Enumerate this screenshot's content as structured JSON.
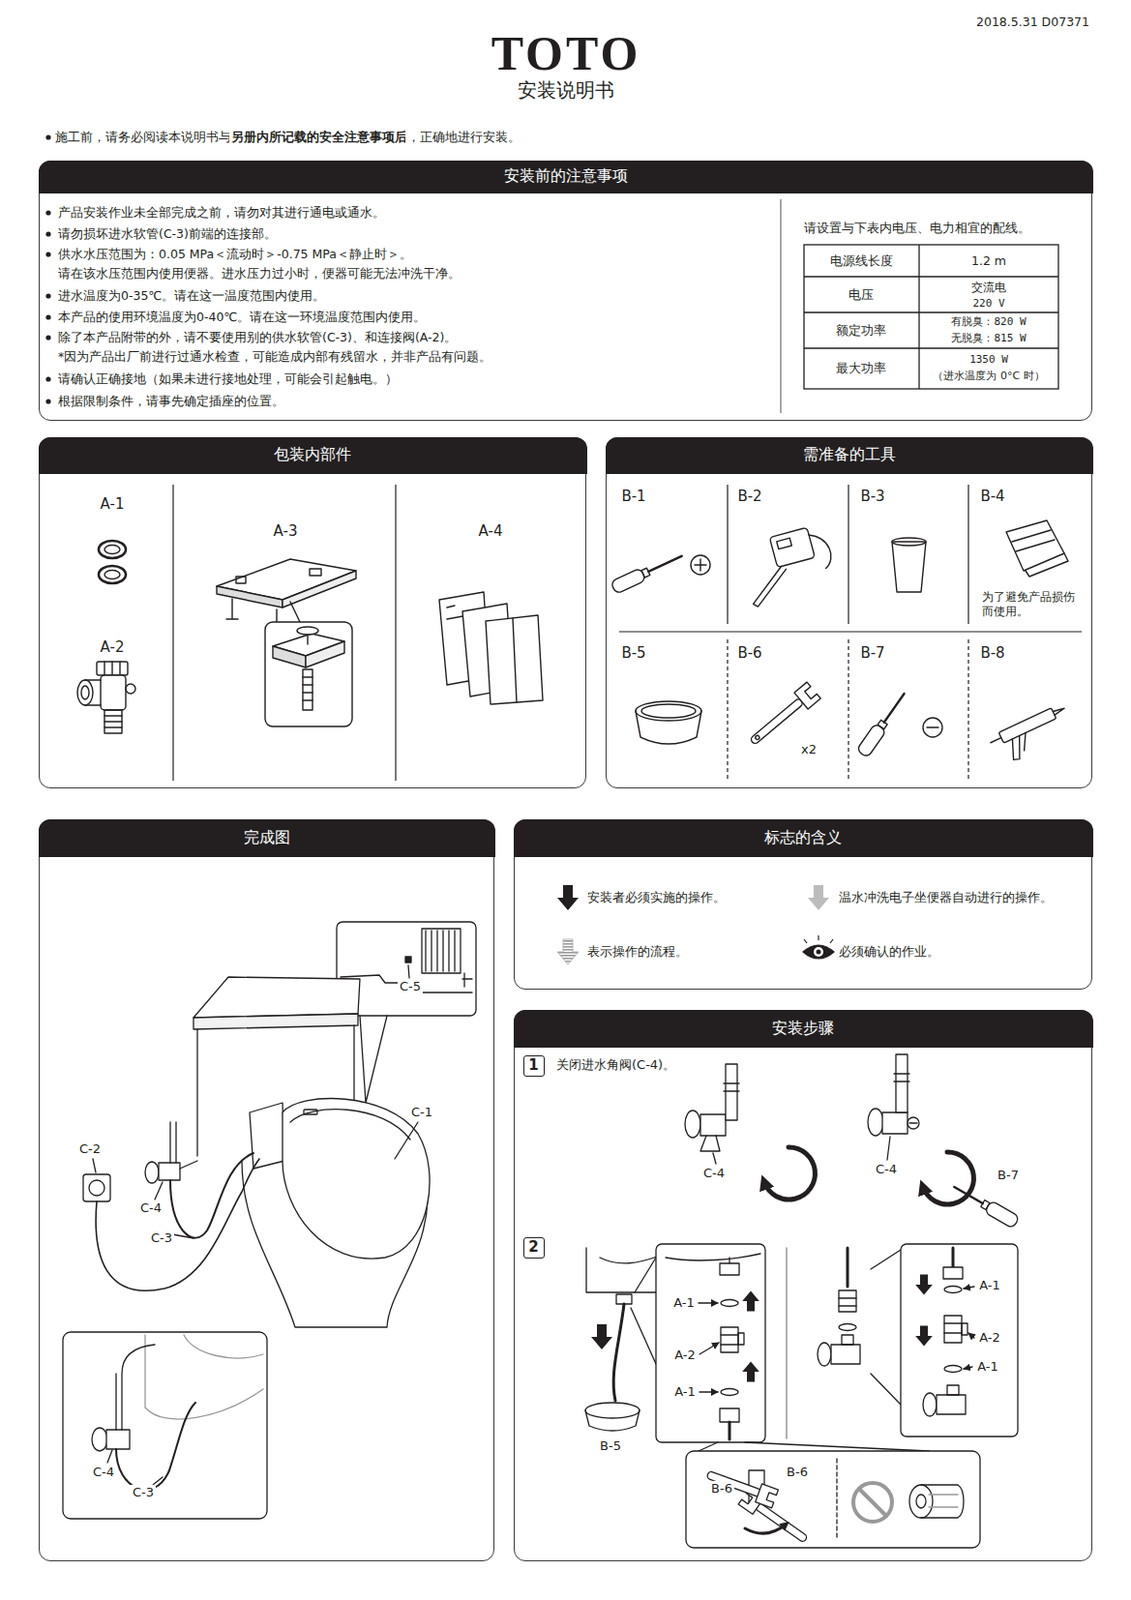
{
  "diagram": {
    "title": "安装说明书",
    "nodes": [
      {
        "text": [
          "安装前的注意事项"
        ]
      },
      {
        "text": [
          "包装内部件"
        ]
      },
      {
        "text": [
          "需准备的工具"
        ]
      },
      {
        "text": [
          "完成图"
        ]
      },
      {
        "text": [
          "标志的含义"
        ]
      },
      {
        "text": [
          "安装步骤"
        ]
      },
      {
        "text": [
          "1"
        ],
        "in": 5
      },
      {
        "text": [
          "2"
        ],
        "in": 5
      }
    ],
    "labels": [
      "2018.5.31 D07371",
      "TOTO",
      "施工前，请务必阅读本说明书与",
      "另册内所记载的安全注意事项后",
      "，正确地进行安装。",
      "产品安装作业未全部完成之前，请勿对其进行通电或通水。",
      "请勿损坏进水软管(C-3)前端的连接部。",
      "供水水压范围为：0.05 MPa＜流动时＞-0.75 MPa＜静止时＞。",
      "请在该水压范围内使用便器。进水压力过小时，便器可能无法冲洗干净。",
      "进水温度为0-35℃。请在这一温度范围内使用。",
      "本产品的使用环境温度为0-40℃。请在这一环境温度范围内使用。",
      "除了本产品附带的外，请不要使用别的供水软管(C-3)、和连接阀(A-2)。",
      "*因为产品出厂前进行过通水检查，可能造成内部有残留水，并非产品有问题。",
      "请确认正确接地（如果未进行接地处理，可能会引起触电。）",
      "根据限制条件，请事先确定插座的位置。",
      "请设置与下表内电压、电力相宜的配线。",
      "电源线长度",
      "1.2 m",
      "电压",
      "交流电",
      "220 V",
      "额定功率",
      "有脱臭：820 W",
      "无脱臭：815 W",
      "最大功率",
      "1350 W",
      "（进水温度为 0°C 时）",
      "A-1",
      "A-2",
      "A-3",
      "A-4",
      "B-1",
      "B-2",
      "B-3",
      "B-4",
      "为了避免产品损伤而使用。",
      "B-5",
      "B-6",
      "B-7",
      "B-8",
      "x2",
      "C-5",
      "C-1",
      "C-2",
      "C-4",
      "C-3",
      "C-4",
      "C-3",
      "关闭进水角阀(C-4)。",
      "C-4",
      "C-4",
      "B-7",
      "A-1",
      "A-2",
      "A-1",
      "B-5",
      "A-1",
      "A-2",
      "A-1",
      "B-6",
      "B-6"
    ],
    "legend": [
      {
        "text": "安装者必须实施的操作。"
      },
      {
        "text": "温水冲洗电子坐便器自动进行的操作。"
      },
      {
        "text": "表示操作的流程。"
      },
      {
        "text": "必须确认的作业。"
      }
    ]
  }
}
